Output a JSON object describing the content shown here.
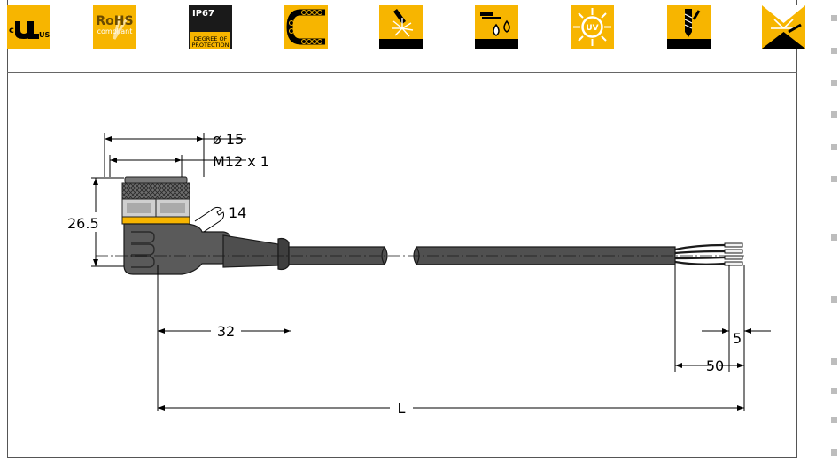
{
  "certifications": {
    "ul_c_letter": "c",
    "ul_us_letters": "US",
    "rohs_title": "RoHS",
    "rohs_sub": "compliant",
    "ip_title": "IP67",
    "ip_sub_line1": "DEGREE OF",
    "ip_sub_line2": "PROTECTION",
    "uv_label": "UV"
  },
  "icon_names": [
    "ul-listed-icon",
    "rohs-icon",
    "ip67-icon",
    "drag-chain-icon",
    "welding-spatter-icon",
    "oil-resistant-icon",
    "uv-resistant-icon",
    "cutting-fluid-icon",
    "flame-retardant-icon"
  ],
  "accent_color": "#f7b500",
  "dimensions": {
    "dia": "ø 15",
    "thread": "M12 x 1",
    "height": "26.5",
    "wrench": "14",
    "offset": "32",
    "strip": "5",
    "wire": "50",
    "length": "L"
  }
}
